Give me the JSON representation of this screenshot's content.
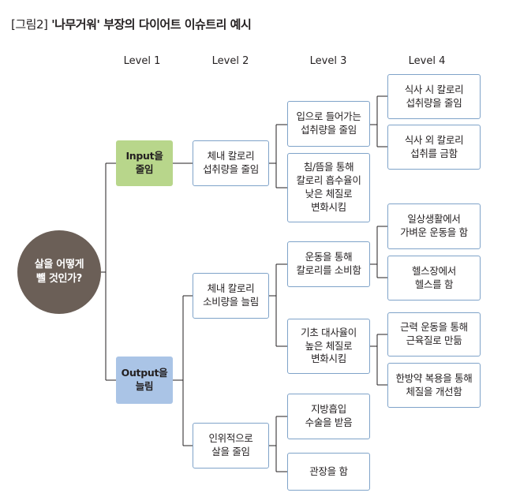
{
  "title": {
    "prefix": "[그림2]",
    "text": "'나무거워' 부장의 다이어트 이슈트리 예시"
  },
  "levels": [
    "Level 1",
    "Level 2",
    "Level 3",
    "Level 4"
  ],
  "root": "살을 어떻게\n뺄 것인가?",
  "level1": [
    "Input을\n줄임",
    "Output을\n늘림"
  ],
  "level2": [
    "체내 칼로리\n섭취량을 줄임",
    "체내 칼로리\n소비량을 늘림",
    "인위적으로\n살을 줄임"
  ],
  "level3": [
    "입으로 들어가는\n섭취량을 줄임",
    "침/뜸을 통해\n칼로리 흡수율이\n낮은 체질로\n변화시킴",
    "운동을 통해\n칼로리를 소비함",
    "기초 대사율이\n높은 체질로\n변화시킴",
    "지방흡입\n수술을 받음",
    "관장을 함"
  ],
  "level4": [
    "식사 시 칼로리\n섭취량을 줄임",
    "식사 외 칼로리\n섭취를 금함",
    "일상생활에서\n가벼운 운동을 함",
    "헬스장에서\n헬스를 함",
    "근력 운동을 통해\n근육질로 만듦",
    "한방약 복용을 통해\n체질을 개선함"
  ],
  "colors": {
    "input": "#b8d68b",
    "output": "#aac4e6",
    "root": "#6b5f57",
    "border": "#7fa3c9",
    "line": "#231f20"
  }
}
